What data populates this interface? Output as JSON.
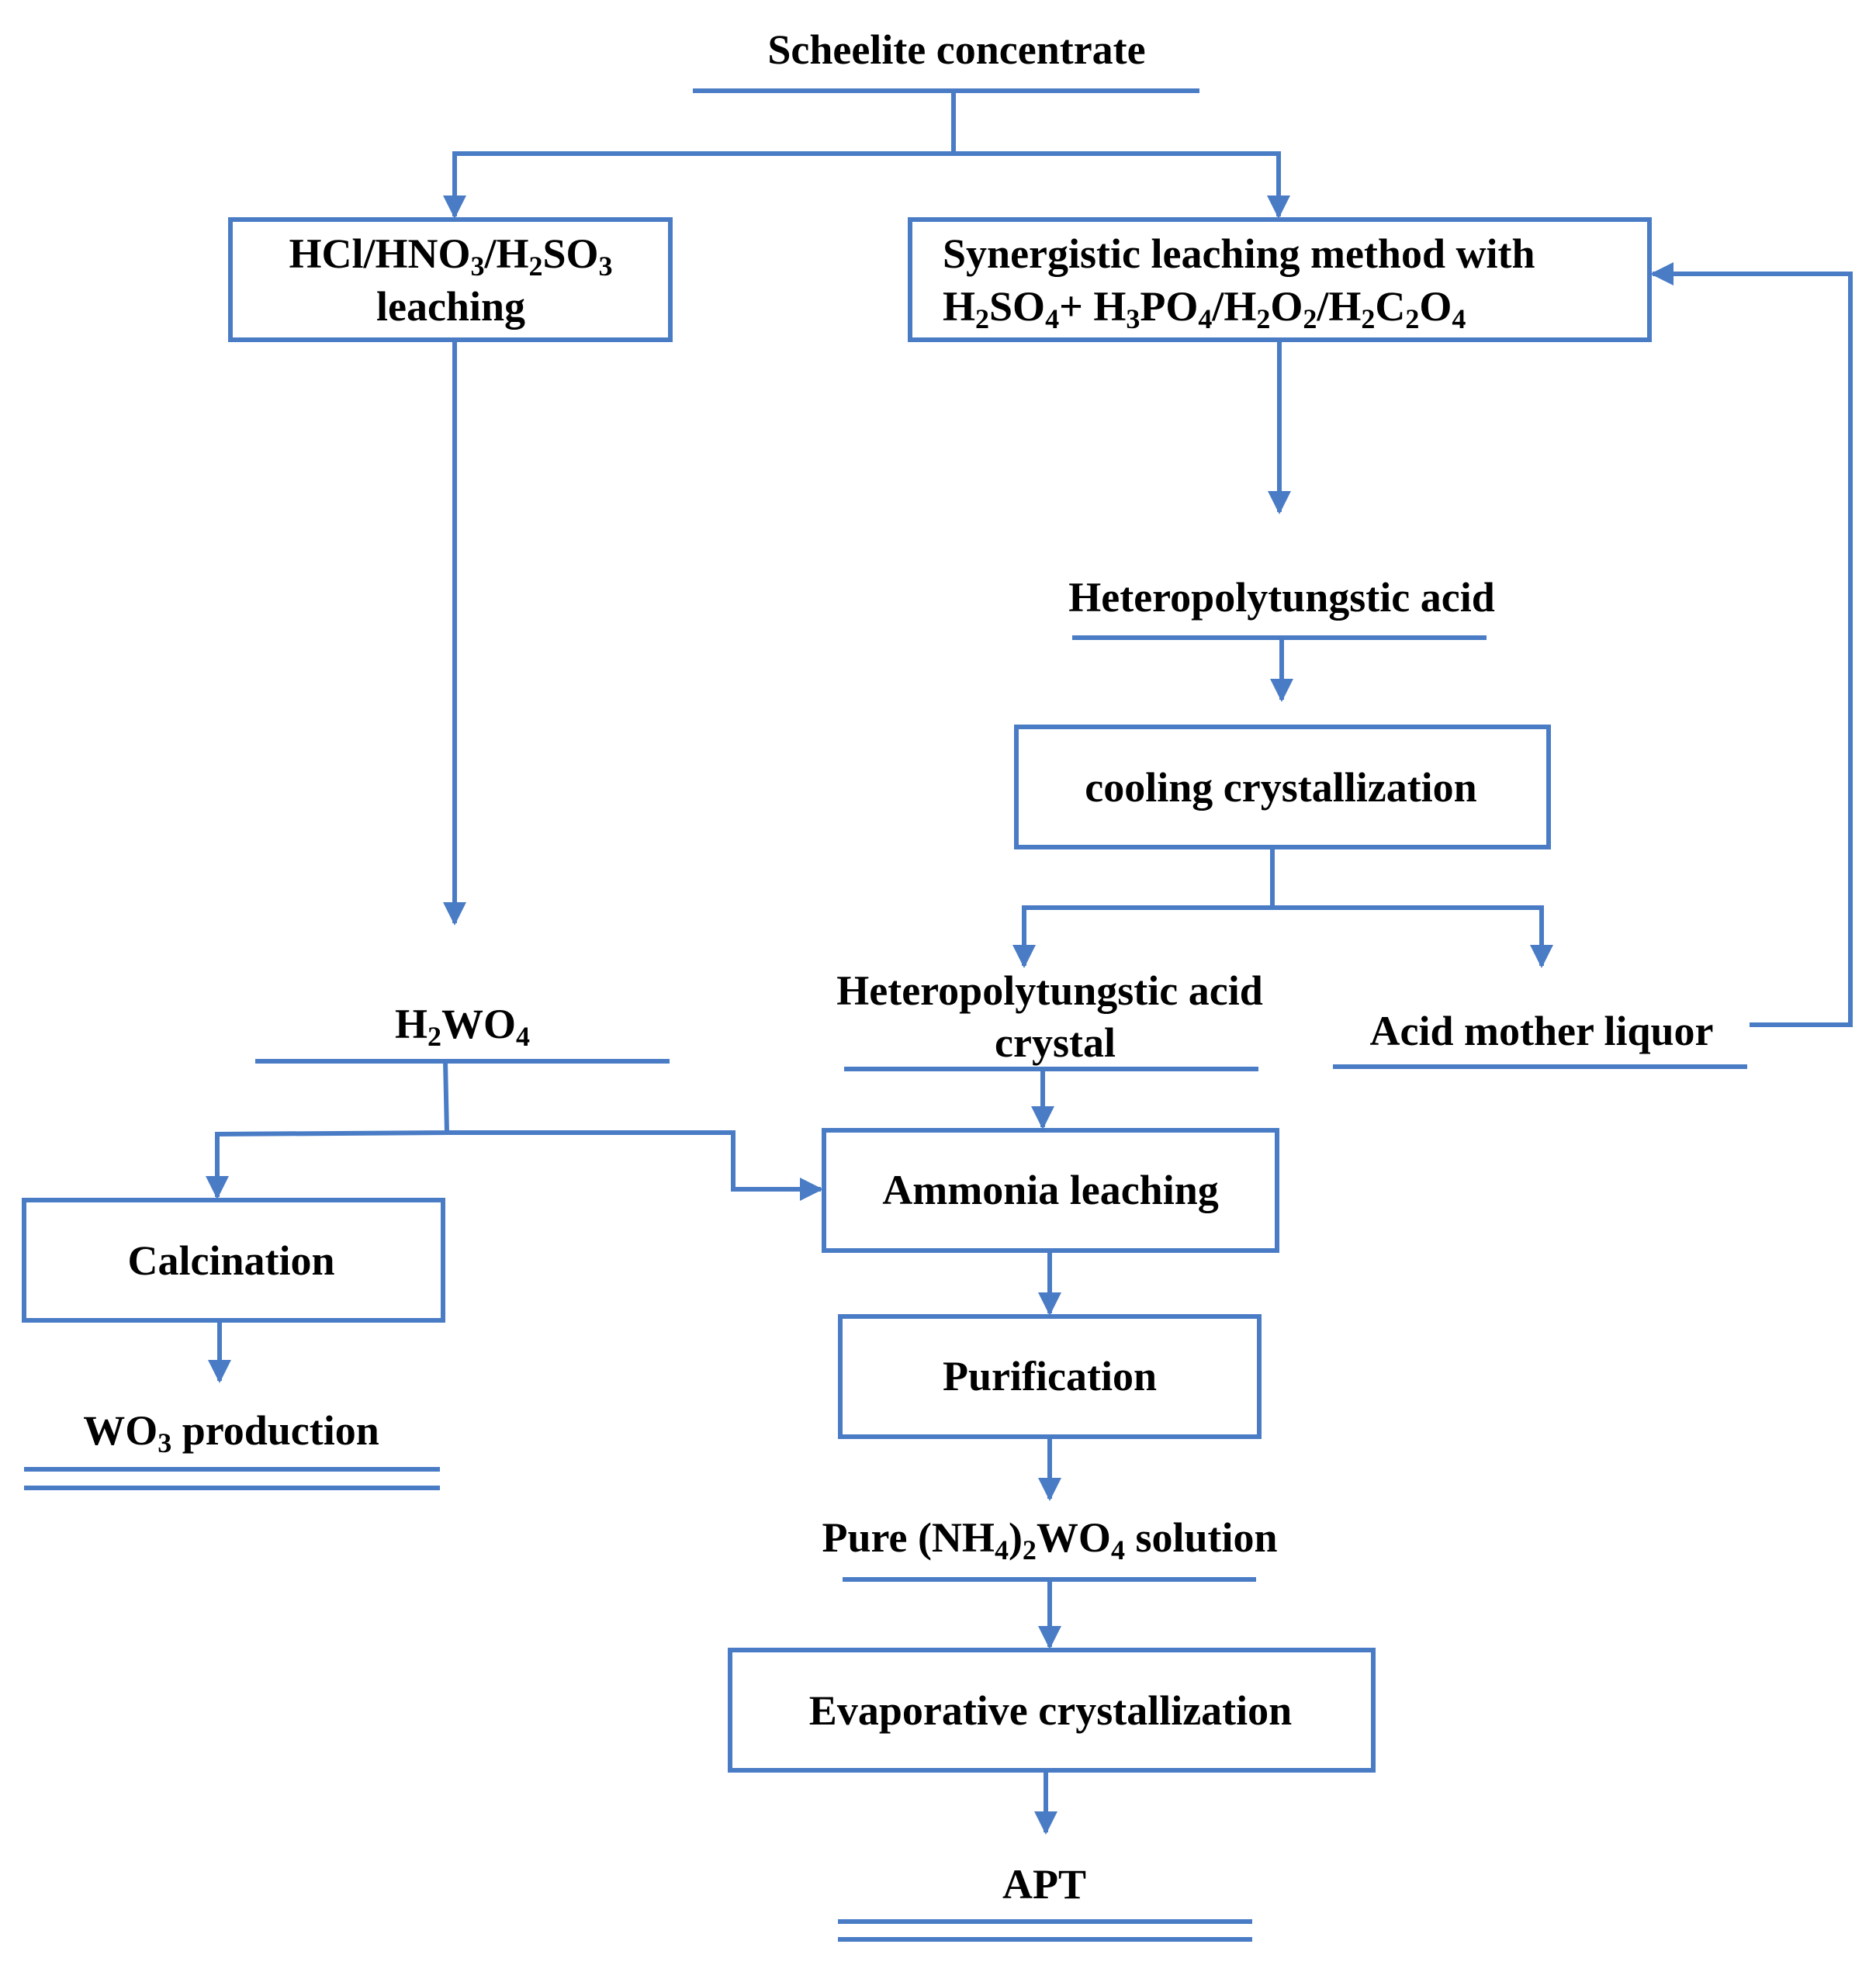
{
  "colors": {
    "line": "#4a7cc6",
    "text": "#000000",
    "background": "#ffffff"
  },
  "nodes": {
    "scheelite": "Scheelite concentrate",
    "acid_leach_formula": "HCl/HNO3/H2SO3",
    "acid_leach_word": "leaching",
    "synergistic_title": "Synergistic leaching method with",
    "synergistic_reagents": "H2SO4+ H3PO4/H2O2/H2C2O4",
    "heteropoly_acid": "Heteropolytungstic acid",
    "cooling": "cooling crystallization",
    "heteropoly_crystal_1": "Heteropolytungstic acid",
    "heteropoly_crystal_2": "crystal",
    "mother_liquor": "Acid mother liquor",
    "h2wo4": "H2WO4",
    "ammonia": "Ammonia leaching",
    "calcination": "Calcination",
    "wo3": "WO3 production",
    "purification": "Purification",
    "pure_solution": "Pure (NH4)2WO4 solution",
    "evaporative": "Evaporative crystallization",
    "apt": "APT"
  }
}
